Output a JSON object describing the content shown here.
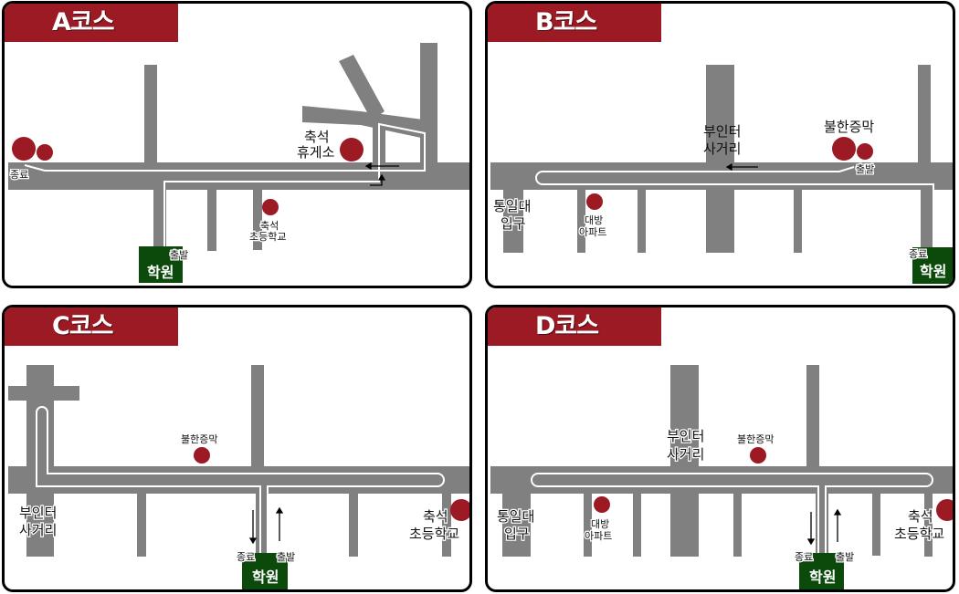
{
  "colors": {
    "header": "#9b1a23",
    "road": "#808080",
    "route": "#ffffff",
    "landmark": "#9b1a23",
    "academy": "#0b4a0b"
  },
  "panels": {
    "A": {
      "title": "A코스",
      "start": "출발",
      "end": "종료",
      "academy": "학원",
      "landmarks": [
        "축석",
        "휴게소",
        "축석",
        "초등학교"
      ]
    },
    "B": {
      "title": "B코스",
      "start": "출발",
      "end": "종료",
      "academy": "학원",
      "landmarks": [
        "부인터",
        "사거리",
        "불한증막",
        "통일대",
        "입구",
        "대방",
        "아파트"
      ]
    },
    "C": {
      "title": "C코스",
      "start": "출발",
      "end": "종료",
      "academy": "학원",
      "landmarks": [
        "불한증막",
        "부인터",
        "사거리",
        "축석",
        "초등학교"
      ]
    },
    "D": {
      "title": "D코스",
      "start": "출발",
      "end": "종료",
      "academy": "학원",
      "landmarks": [
        "부인터",
        "사거리",
        "불한증막",
        "통일대",
        "입구",
        "대방",
        "아파트",
        "축석",
        "초등학교"
      ]
    }
  }
}
